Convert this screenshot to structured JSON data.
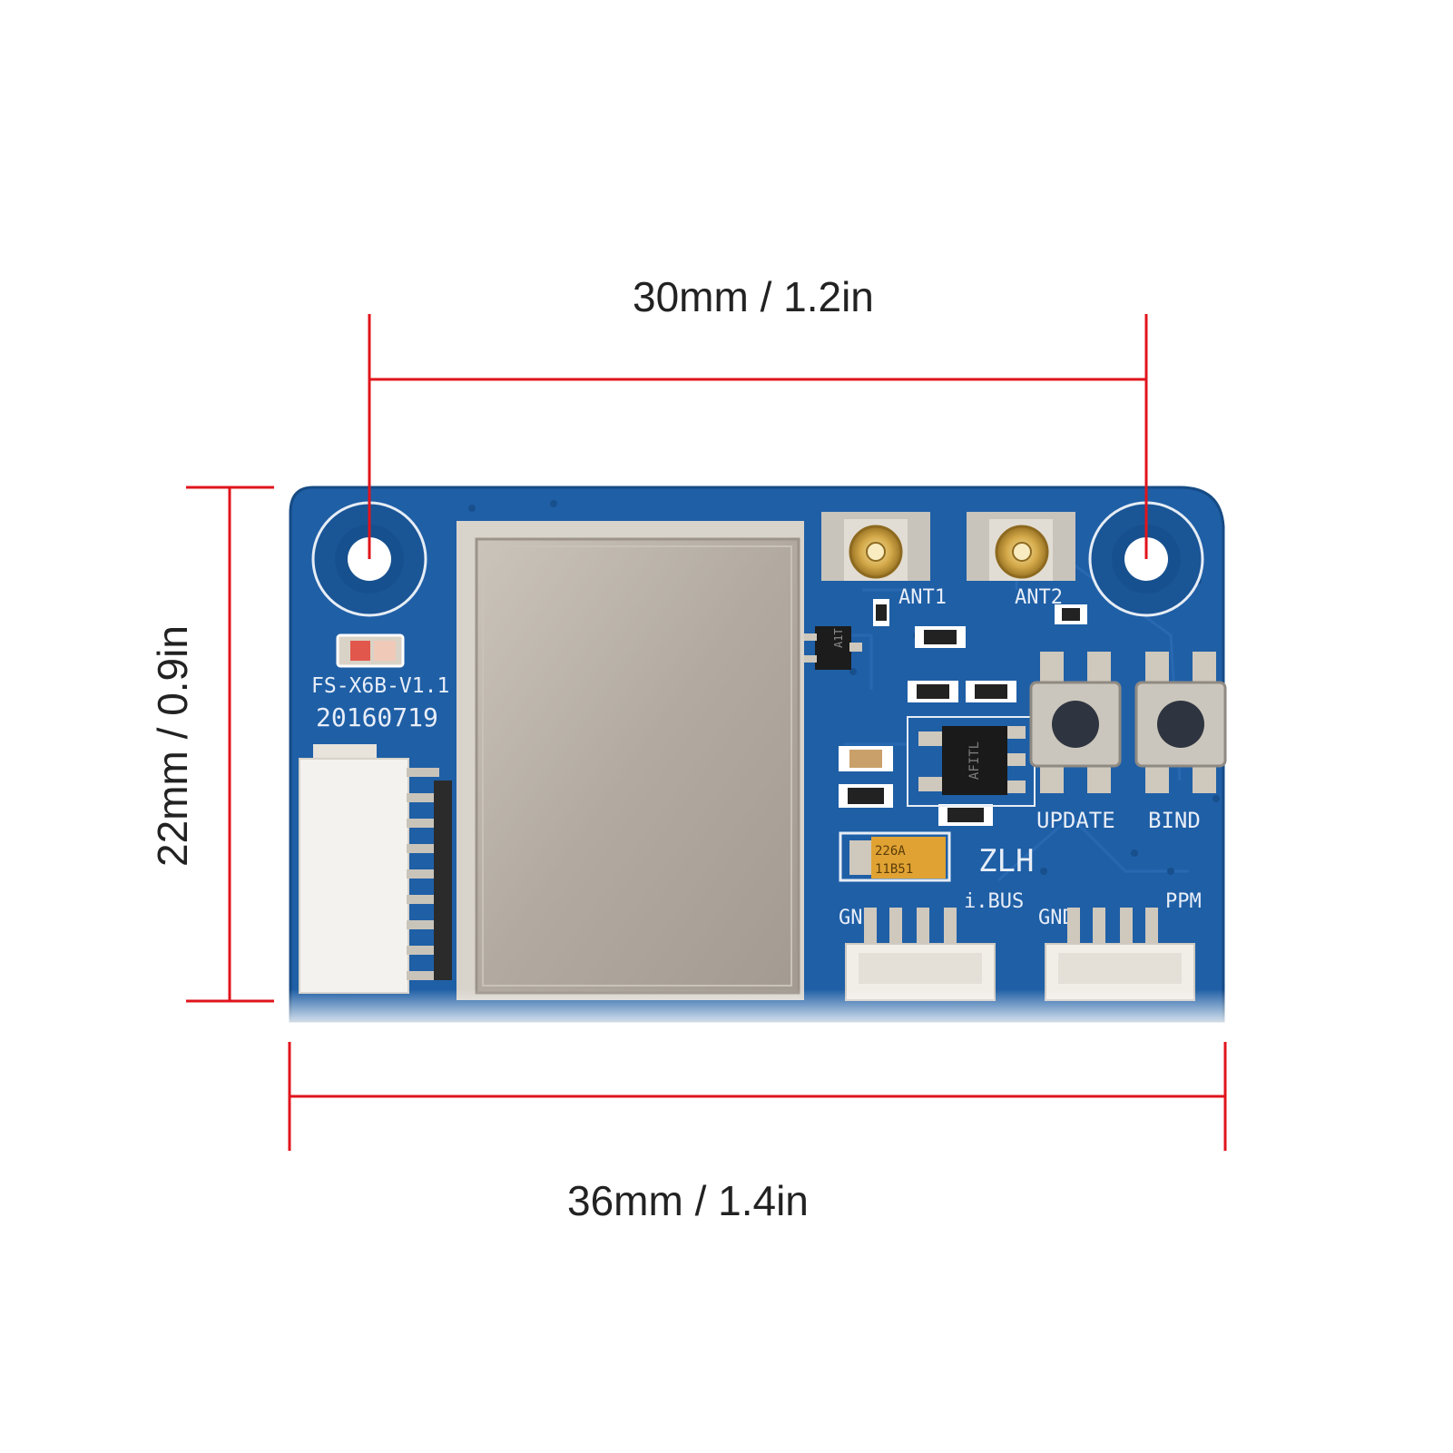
{
  "dimensions": {
    "hole_spacing": "30mm / 1.2in",
    "height": "22mm / 0.9in",
    "width": "36mm / 1.4in"
  },
  "board": {
    "model": "FS-X6B-V1.1",
    "date": "20160719",
    "brand_mark": "ZLH",
    "antenna_labels": [
      "ANT1",
      "ANT2"
    ],
    "button_labels": [
      "UPDATE",
      "BIND"
    ],
    "port_labels": [
      "GND",
      "i.BUS",
      "GND",
      "PPM"
    ],
    "ic_marking": "AFITL",
    "transistor_marking": "A1T",
    "capacitor_marking": [
      "226A",
      "11B51"
    ]
  },
  "colors": {
    "pcb": "#1f5fa6",
    "pcb_dark": "#17518f",
    "dimension_line": "#e0141c",
    "shield": "#b8b0a6"
  }
}
